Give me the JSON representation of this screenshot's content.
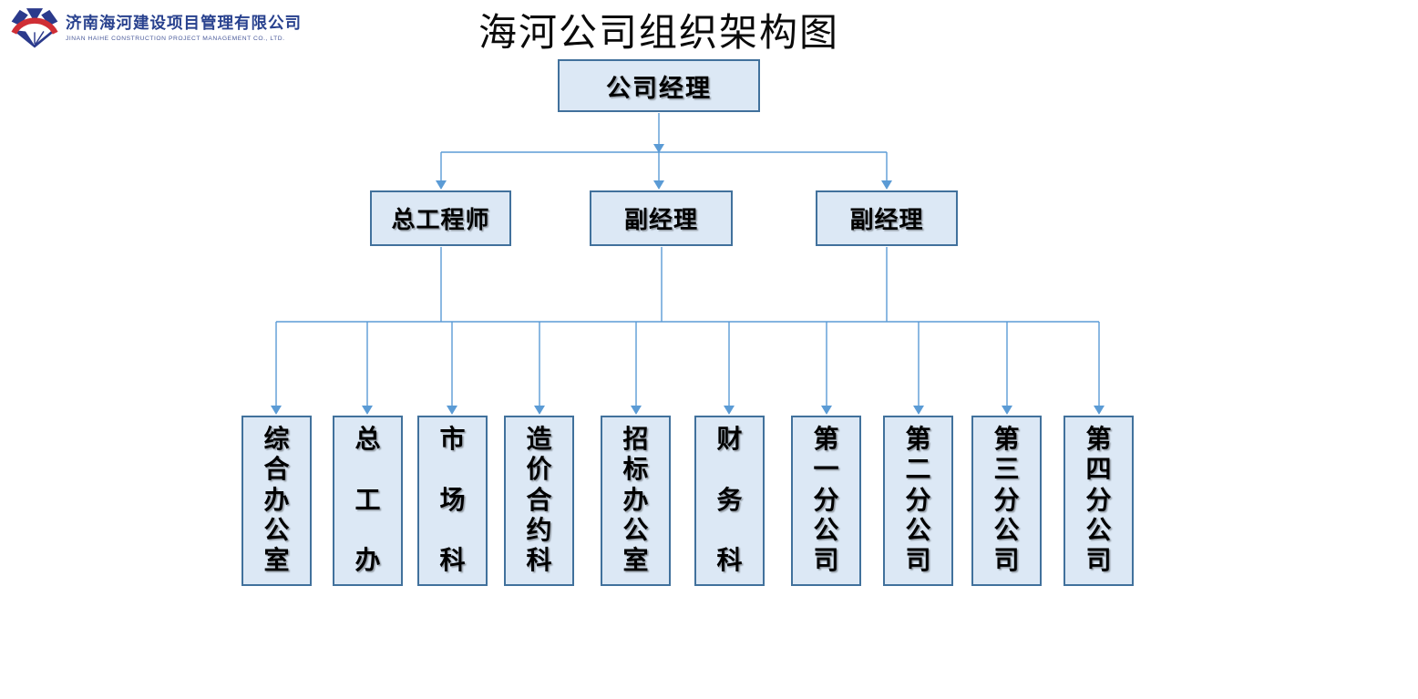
{
  "header": {
    "logo": {
      "icon": "diamond-bridge-logo",
      "company_name_zh": "济南海河建设项目管理有限公司",
      "company_name_en": "JINAN HAIHE CONSTRUCTION PROJECT MANAGEMENT CO., LTD."
    },
    "title": "海河公司组织架构图"
  },
  "chart_data": {
    "type": "org-chart",
    "title": "海河公司组织架构图",
    "root": {
      "label": "公司经理"
    },
    "level2": [
      {
        "label": "总工程师"
      },
      {
        "label": "副经理"
      },
      {
        "label": "副经理"
      }
    ],
    "level3": [
      {
        "label": "综合办公室"
      },
      {
        "label": "总工办"
      },
      {
        "label": "市场科"
      },
      {
        "label": "造价合约科"
      },
      {
        "label": "招标办公室"
      },
      {
        "label": "财务科"
      },
      {
        "label": "第一分公司"
      },
      {
        "label": "第二分公司"
      },
      {
        "label": "第三分公司"
      },
      {
        "label": "第四分公司"
      }
    ],
    "hierarchy": "公司经理 → (总工程师, 副经理, 副经理) → 综合办公室 / 总工办 / 市场科 / 造价合约科 / 招标办公室 / 财务科 / 第一分公司 / 第二分公司 / 第三分公司 / 第四分公司"
  },
  "colors": {
    "connector": "#5b9bd5",
    "box_fill": "#dce8f5",
    "box_border": "#41719c",
    "logo_navy": "#2b3a8c",
    "logo_red": "#cf2e35",
    "logo_text_blue": "#28418e",
    "logo_text_en_blue": "#4a5a9a",
    "text": "#000000",
    "background": "#ffffff"
  }
}
